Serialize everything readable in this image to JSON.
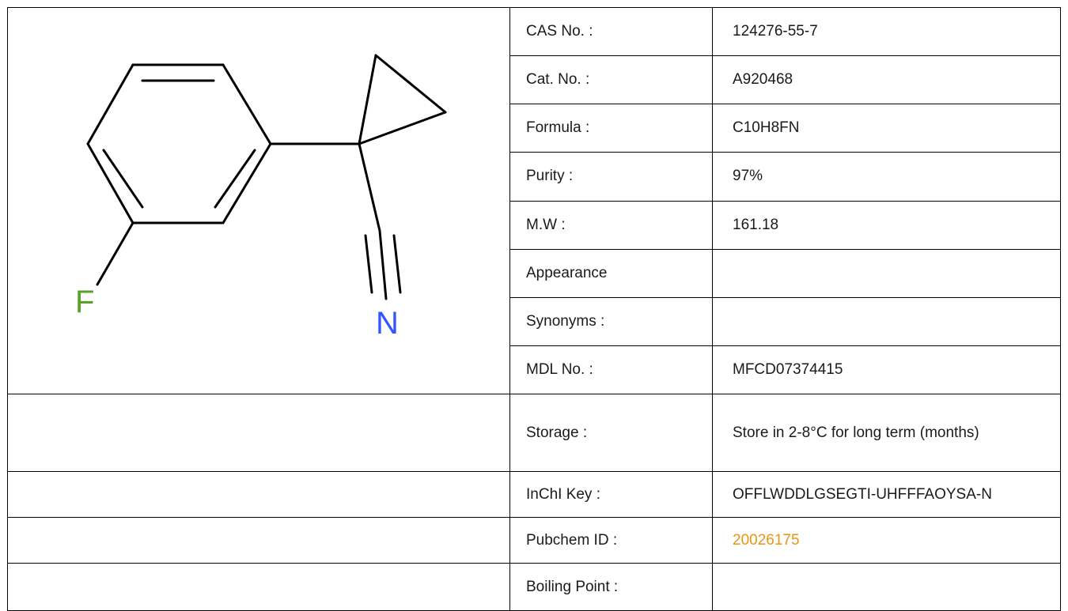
{
  "structure": {
    "atom_f_label": "F",
    "atom_n_label": "N",
    "colors": {
      "bond": "#000000",
      "fluorine": "#5aa02c",
      "nitrogen": "#3355ff"
    }
  },
  "rows": [
    {
      "label": "CAS No. :",
      "value": "124276-55-7"
    },
    {
      "label": "Cat. No. :",
      "value": "A920468"
    },
    {
      "label": "Formula :",
      "value": "C10H8FN"
    },
    {
      "label": "Purity :",
      "value": "97%"
    },
    {
      "label": "M.W :",
      "value": "161.18"
    },
    {
      "label": "Appearance",
      "value": ""
    },
    {
      "label": "Synonyms :",
      "value": ""
    },
    {
      "label": "MDL No. :",
      "value": "MFCD07374415"
    },
    {
      "label": "Storage :",
      "value": "Store in 2-8°C for long term (months)"
    },
    {
      "label": "InChI Key :",
      "value": "OFFLWDDLGSEGTI-UHFFFAOYSA-N"
    },
    {
      "label": "Pubchem ID :",
      "value": "20026175",
      "link_color": "#e8960f"
    },
    {
      "label": "Boiling Point :",
      "value": ""
    }
  ]
}
